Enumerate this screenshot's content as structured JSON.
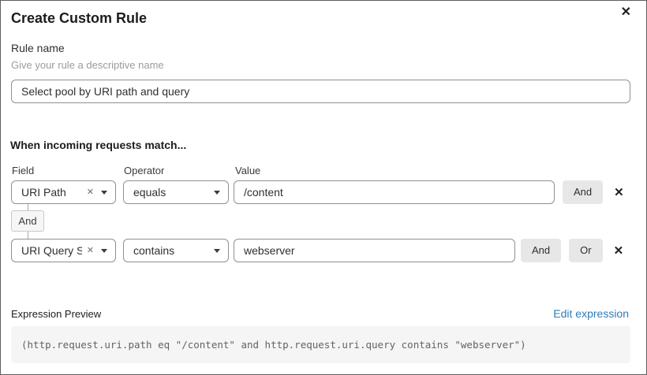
{
  "dialog": {
    "title": "Create Custom Rule",
    "close_icon": "✕"
  },
  "rule_name": {
    "label": "Rule name",
    "helper": "Give your rule a descriptive name",
    "value": "Select pool by URI path and query"
  },
  "match": {
    "heading": "When incoming requests match...",
    "columns": {
      "field": "Field",
      "operator": "Operator",
      "value": "Value"
    },
    "connector_label": "And",
    "rows": [
      {
        "field": "URI Path",
        "operator": "equals",
        "value": "/content",
        "and_label": "And",
        "clear_icon": "✕",
        "delete_icon": "✕"
      },
      {
        "field": "URI Query St...",
        "operator": "contains",
        "value": "webserver",
        "and_label": "And",
        "or_label": "Or",
        "clear_icon": "✕",
        "delete_icon": "✕"
      }
    ]
  },
  "preview": {
    "label": "Expression Preview",
    "edit_link": "Edit expression",
    "expression": "(http.request.uri.path eq \"/content\" and http.request.uri.query contains \"webserver\")"
  },
  "colors": {
    "link": "#2e7cb8",
    "button_bg": "#e7e7e7",
    "code_bg": "#f5f5f5",
    "input_border": "#8f8f8f"
  }
}
